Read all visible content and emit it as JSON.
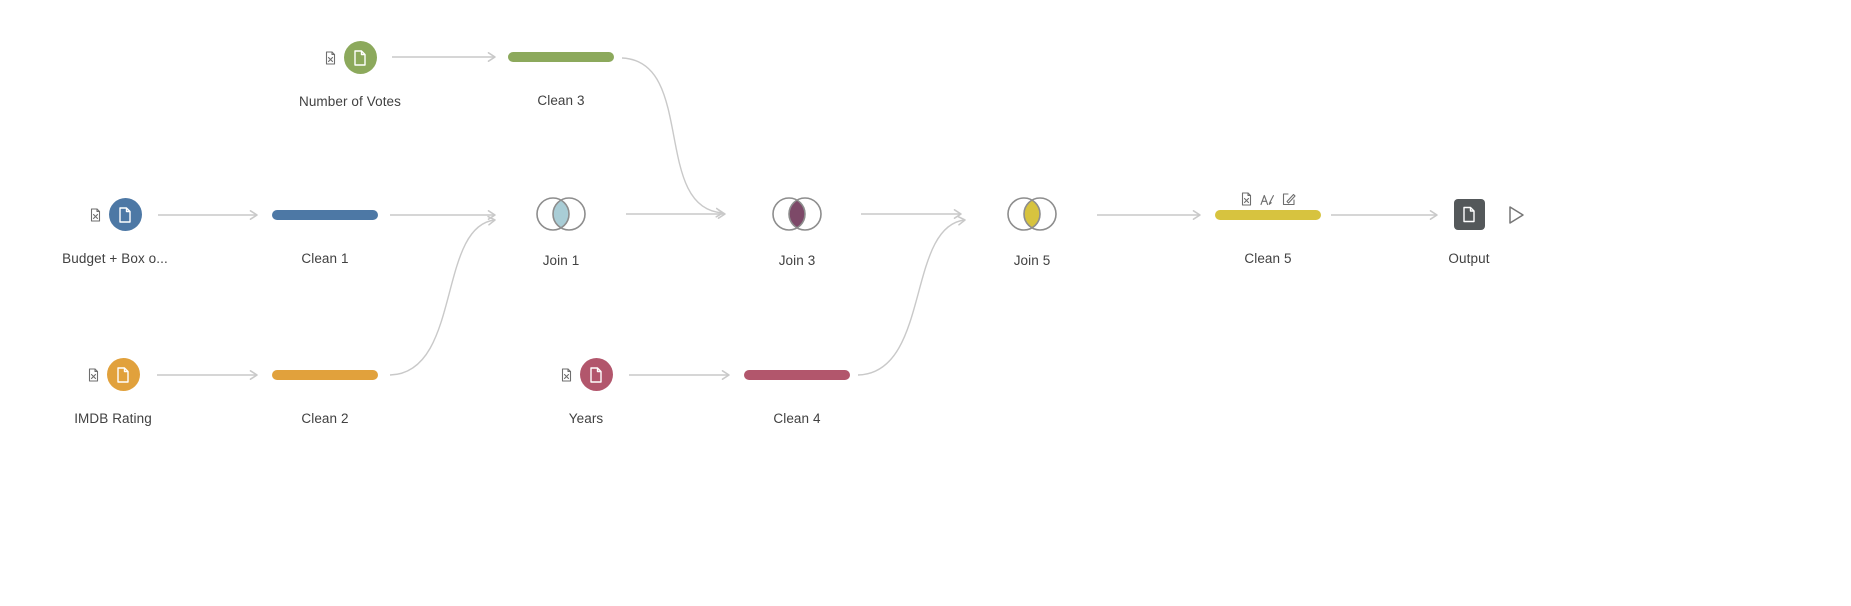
{
  "canvas": {
    "background": "#ffffff"
  },
  "colors": {
    "connector": "#c9c9c9",
    "output_bg": "#54585a"
  },
  "nodes": {
    "number_of_votes": {
      "type": "input",
      "label": "Number of Votes",
      "color": "#8ca95c",
      "badge": "removed-fields"
    },
    "clean_3": {
      "type": "clean",
      "label": "Clean 3",
      "color": "#8ca95c"
    },
    "budget_box_office": {
      "type": "input",
      "label": "Budget + Box o...",
      "color": "#4d78a5",
      "badge": "removed-fields"
    },
    "clean_1": {
      "type": "clean",
      "label": "Clean 1",
      "color": "#4d78a5"
    },
    "imdb_rating": {
      "type": "input",
      "label": "IMDB Rating",
      "color": "#e1a13c",
      "badge": "removed-fields"
    },
    "clean_2": {
      "type": "clean",
      "label": "Clean 2",
      "color": "#e1a13c"
    },
    "join_1": {
      "type": "join",
      "label": "Join 1",
      "lens_color": "#a9cdd6"
    },
    "join_3": {
      "type": "join",
      "label": "Join 3",
      "lens_color": "#7d4968"
    },
    "years": {
      "type": "input",
      "label": "Years",
      "color": "#b2566c",
      "badge": "removed-fields"
    },
    "clean_4": {
      "type": "clean",
      "label": "Clean 4",
      "color": "#b2566c"
    },
    "join_5": {
      "type": "join",
      "label": "Join 5",
      "lens_color": "#d7c33f"
    },
    "clean_5": {
      "type": "clean",
      "label": "Clean 5",
      "color": "#d7c33f",
      "badges": [
        "removed-fields",
        "renamed-fields",
        "calculation"
      ]
    },
    "output": {
      "type": "output",
      "label": "Output"
    }
  },
  "edges": [
    {
      "from": "number_of_votes",
      "to": "clean_3"
    },
    {
      "from": "clean_3",
      "to": "join_3"
    },
    {
      "from": "budget_box_office",
      "to": "clean_1"
    },
    {
      "from": "clean_1",
      "to": "join_1"
    },
    {
      "from": "imdb_rating",
      "to": "clean_2"
    },
    {
      "from": "clean_2",
      "to": "join_1"
    },
    {
      "from": "join_1",
      "to": "join_3"
    },
    {
      "from": "years",
      "to": "clean_4"
    },
    {
      "from": "clean_4",
      "to": "join_5"
    },
    {
      "from": "join_3",
      "to": "join_5"
    },
    {
      "from": "join_5",
      "to": "clean_5"
    },
    {
      "from": "clean_5",
      "to": "output"
    }
  ],
  "icons": {
    "input": "file-icon",
    "join": "venn-icon",
    "output": "file-icon",
    "run": "play-outline-icon",
    "removed_fields": "file-x-icon",
    "renamed_fields": "rename-a-pencil-icon",
    "calculation": "pencil-edit-icon"
  }
}
